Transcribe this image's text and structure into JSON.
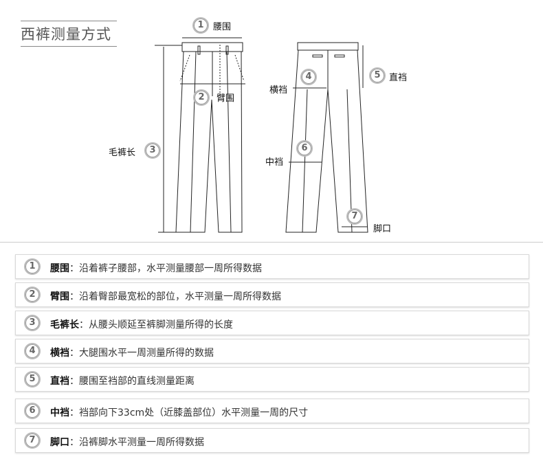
{
  "title": "西裤测量方式",
  "diagram_labels": {
    "waist": {
      "num": "1",
      "label": "腰围"
    },
    "hip": {
      "num": "2",
      "label": "臂围"
    },
    "length": {
      "num": "3",
      "label": "毛裤长"
    },
    "thigh": {
      "num": "4",
      "label": "横裆"
    },
    "rise": {
      "num": "5",
      "label": "直裆"
    },
    "knee": {
      "num": "6",
      "label": "中裆"
    },
    "hem": {
      "num": "7",
      "label": "脚口"
    }
  },
  "rows": [
    {
      "num": "1",
      "term": "腰围",
      "desc": "：沿着裤子腰部，水平测量腰部一周所得数据"
    },
    {
      "num": "2",
      "term": "臂围",
      "desc": "：沿着臀部最宽松的部位，水平测量一周所得数据"
    },
    {
      "num": "3",
      "term": "毛裤长",
      "desc": "：从腰头顺延至裤脚测量所得的长度"
    },
    {
      "num": "4",
      "term": "横裆",
      "desc": "：大腿围水平一周测量所得的数据"
    },
    {
      "num": "5",
      "term": "直裆",
      "desc": "：腰围至裆部的直线测量距离"
    },
    {
      "num": "6",
      "term": "中裆",
      "desc": "：裆部向下33cm处（近膝盖部位）水平测量一周的尺寸"
    },
    {
      "num": "7",
      "term": "脚口",
      "desc": "：沿裤脚水平测量一周所得数据"
    }
  ]
}
